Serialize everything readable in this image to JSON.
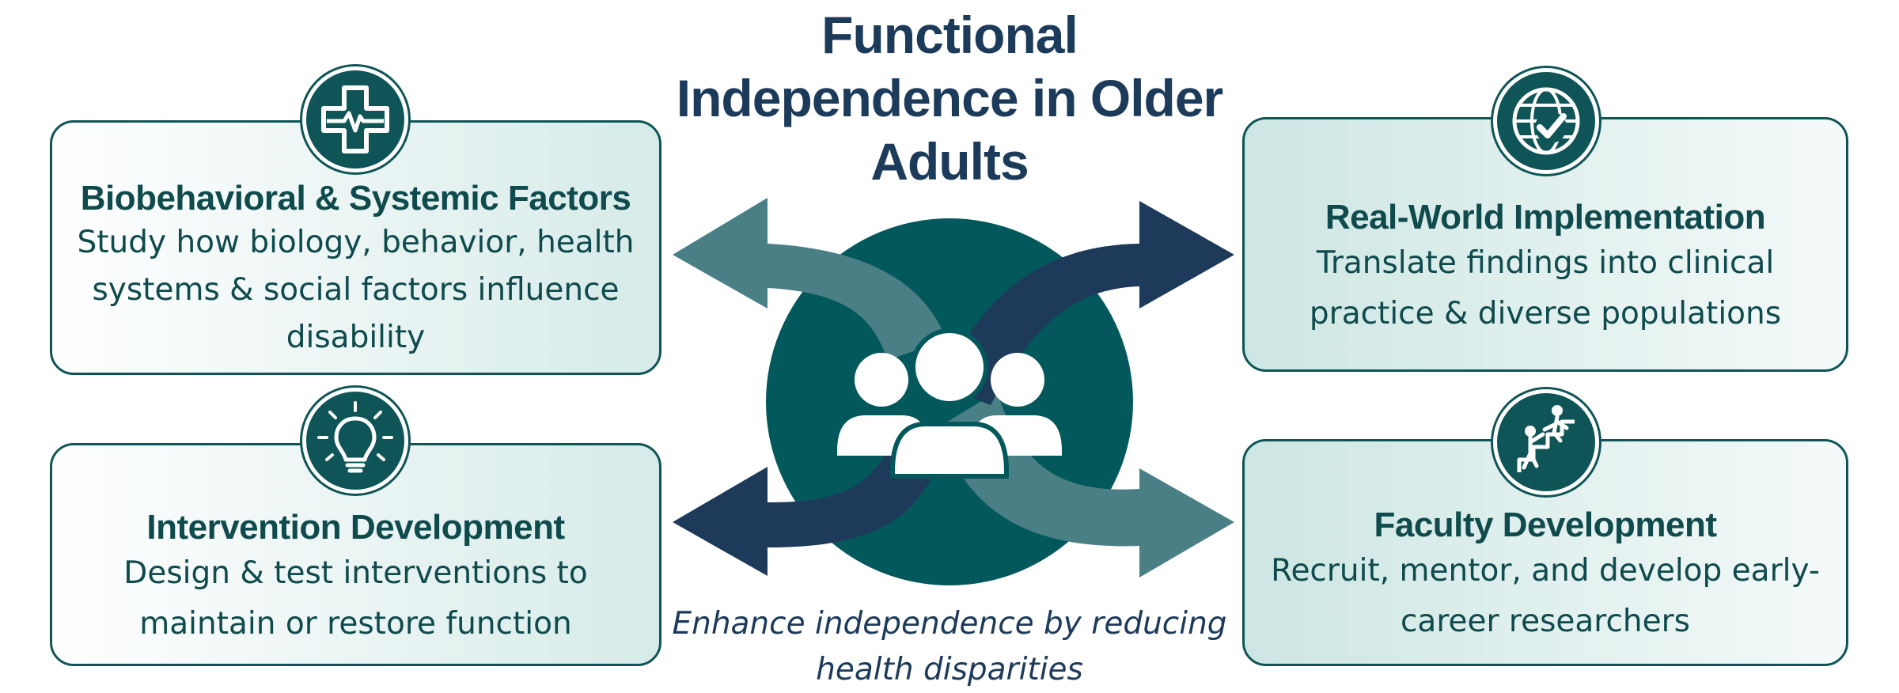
{
  "title": "Functional Independence in Older Adults",
  "tagline": "Enhance independence by reducing health disparities",
  "cards": {
    "biobehavioral": {
      "title": "Biobehavioral & Systemic Factors",
      "lines": [
        "Study how biology, behavior, health",
        "systems & social factors influence",
        "disability"
      ],
      "icon": "medical-cross-heartbeat-icon"
    },
    "implementation": {
      "title": "Real-World Implementation",
      "lines": [
        "Translate findings into clinical",
        "practice & diverse populations"
      ],
      "icon": "globe-checkmark-icon"
    },
    "intervention": {
      "title": "Intervention Development",
      "lines": [
        "Design & test interventions to",
        "maintain or restore function"
      ],
      "icon": "lightbulb-icon"
    },
    "faculty": {
      "title": "Faculty Development",
      "lines": [
        "Recruit, mentor, and develop early-",
        "career researchers"
      ],
      "icon": "mentor-climbing-stairs-icon"
    }
  },
  "center_icon": "people-group-icon",
  "colors": {
    "teal_dark": "#0f5557",
    "teal_circle": "#03585b",
    "navy": "#1e3a5a",
    "teal_arrow": "#4a7f86",
    "card_fill": "#d6ebe9"
  }
}
